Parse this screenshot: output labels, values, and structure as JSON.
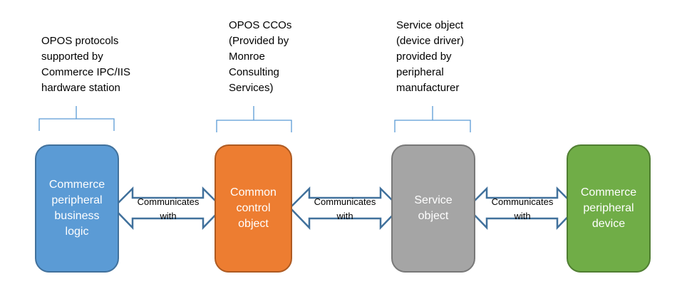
{
  "annotations": [
    {
      "text": "OPOS protocols\nsupported by\nCommerce IPC/IIS\nhardware station"
    },
    {
      "text": "OPOS CCOs\n(Provided by\nMonroe\nConsulting\nServices)"
    },
    {
      "text": "Service object\n(device driver)\nprovided by\nperipheral\nmanufacturer"
    }
  ],
  "boxes": [
    {
      "label": "Commerce\nperipheral\nbusiness\nlogic",
      "color": "#5b9bd5",
      "border": "#41719c"
    },
    {
      "label": "Common\ncontrol\nobject",
      "color": "#ed7d31",
      "border": "#ae5a21"
    },
    {
      "label": "Service\nobject",
      "color": "#a5a5a5",
      "border": "#787878"
    },
    {
      "label": "Commerce\nperipheral\ndevice",
      "color": "#70ad47",
      "border": "#507e32"
    }
  ],
  "arrows": [
    {
      "label": "Communicates\nwith"
    },
    {
      "label": "Communicates\nwith"
    },
    {
      "label": "Communicates\nwith"
    }
  ],
  "colors": {
    "brace": "#5b9bd5",
    "arrow_border": "#41719c",
    "arrow_fill": "#ffffff"
  }
}
